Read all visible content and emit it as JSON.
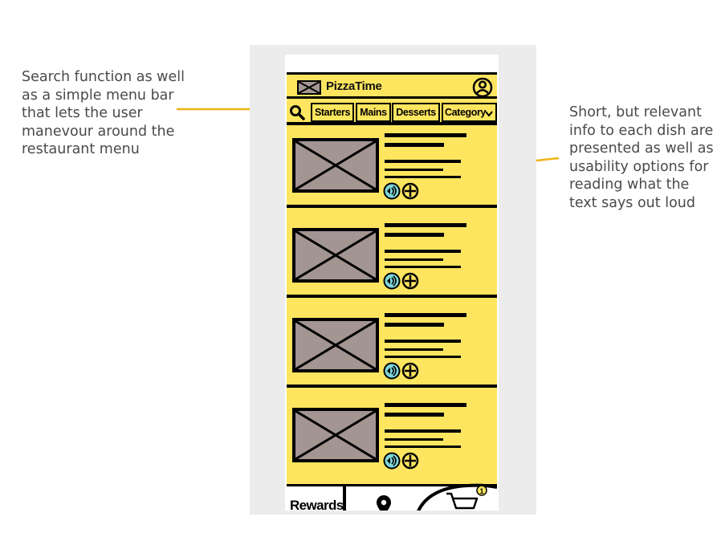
{
  "annotations": {
    "left_note": "Search function as well\nas a simple menu bar\nthat lets the user\nmanevour around the\nrestaurant menu",
    "right_note": "Short, but relevant\ninfo to each dish are\npresented as well as\nusability options for\nreading what the\ntext says out loud",
    "arrow_color": "#f0b414"
  },
  "app": {
    "title": "PizzaTime",
    "logo_icon": "image-placeholder-icon",
    "profile_icon": "profile-icon",
    "accent": "#fde55f",
    "placeholder_color": "#a39592"
  },
  "menu": {
    "search_icon": "search-icon",
    "tabs": [
      "Starters",
      "Mains",
      "Desserts",
      "Category"
    ],
    "dropdown_icon": "chevron-down-icon"
  },
  "dishes": [
    {
      "image": "image-placeholder-icon",
      "actions": [
        "text-to-speech-icon",
        "add-icon"
      ]
    },
    {
      "image": "image-placeholder-icon",
      "actions": [
        "text-to-speech-icon",
        "add-icon"
      ]
    },
    {
      "image": "image-placeholder-icon",
      "actions": [
        "text-to-speech-icon",
        "add-icon"
      ]
    },
    {
      "image": "image-placeholder-icon",
      "actions": [
        "text-to-speech-icon",
        "add-icon"
      ]
    }
  ],
  "bottom_nav": {
    "rewards_label": "Rewards",
    "location_icon": "location-pin-icon",
    "cart_icon": "cart-icon",
    "cart_count": "1"
  }
}
